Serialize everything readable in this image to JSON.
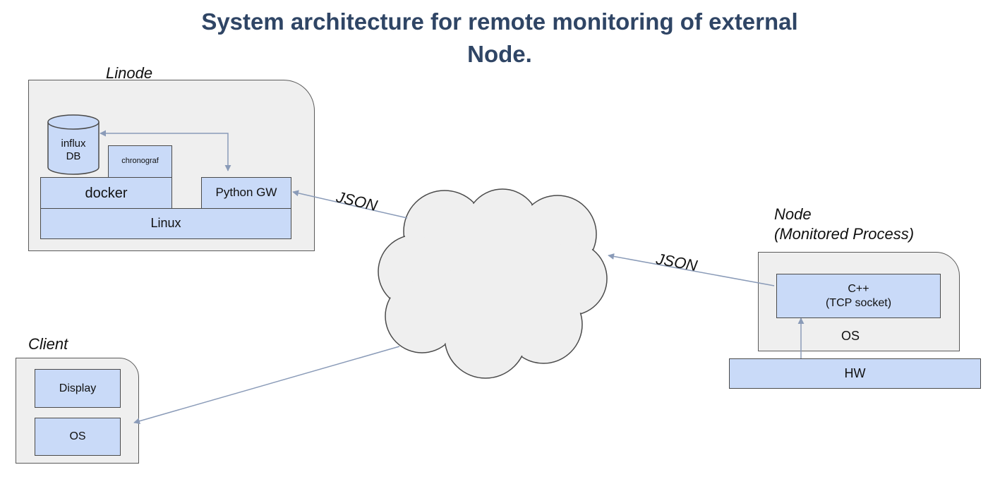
{
  "title": {
    "line1": "System architecture for remote monitoring of external",
    "line2": "Node."
  },
  "linode": {
    "label": "Linode",
    "database": {
      "line1": "influx",
      "line2": "DB"
    },
    "chronograf": "chronograf",
    "docker": "docker",
    "python_gw": "Python GW",
    "linux": "Linux"
  },
  "cloud": {
    "json_to_linode": "JSON",
    "json_from_node": "JSON"
  },
  "node": {
    "label_line1": "Node",
    "label_line2": "(Monitored Process)",
    "cpp": {
      "line1": "C++",
      "line2": "(TCP socket)"
    },
    "os": "OS",
    "hw": "HW"
  },
  "client": {
    "label": "Client",
    "display": "Display",
    "os": "OS"
  },
  "colors": {
    "title": "#2f4565",
    "component_fill": "#c9daf8",
    "container_fill": "#efefef",
    "arrow": "#8a9bb8"
  }
}
